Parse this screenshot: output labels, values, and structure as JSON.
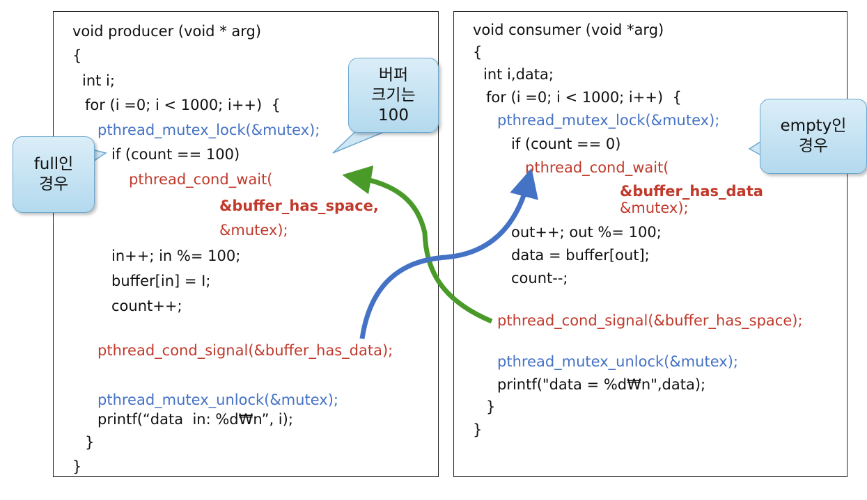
{
  "producer": {
    "lines": [
      {
        "text": "void producer (void * arg)",
        "color": "black"
      },
      {
        "text": "{",
        "color": "black"
      },
      {
        "text": "int i;",
        "color": "black"
      },
      {
        "text": "for (i =0; i < 1000; i++)  {",
        "color": "black"
      },
      {
        "text": "pthread_mutex_lock(&mutex);",
        "color": "blue"
      },
      {
        "text": "if (count == 100)",
        "color": "black"
      },
      {
        "text": "pthread_cond_wait(",
        "color": "red"
      },
      {
        "text": "&buffer_has_space,",
        "color": "red"
      },
      {
        "text": "&mutex);",
        "color": "red"
      },
      {
        "text": "in++; in %= 100;",
        "color": "black"
      },
      {
        "text": "buffer[in] = I;",
        "color": "black"
      },
      {
        "text": "count++;",
        "color": "black"
      },
      {
        "text": "pthread_cond_signal(&buffer_has_data);",
        "color": "red"
      },
      {
        "text": "pthread_mutex_unlock(&mutex);",
        "color": "blue"
      },
      {
        "text": "printf(“data  in: %d₩n”, i);",
        "color": "black"
      },
      {
        "text": "}",
        "color": "black"
      },
      {
        "text": "}",
        "color": "black"
      }
    ]
  },
  "consumer": {
    "lines": [
      {
        "text": "void consumer (void *arg)",
        "color": "black"
      },
      {
        "text": "{",
        "color": "black"
      },
      {
        "text": "int i,data;",
        "color": "black"
      },
      {
        "text": "for (i =0; i < 1000; i++)  {",
        "color": "black"
      },
      {
        "text": "pthread_mutex_lock(&mutex);",
        "color": "blue"
      },
      {
        "text": "if (count == 0)",
        "color": "black"
      },
      {
        "text": "pthread_cond_wait(",
        "color": "red"
      },
      {
        "text": "&buffer_has_data",
        "color": "red"
      },
      {
        "text": "&mutex);",
        "color": "red"
      },
      {
        "text": "out++; out %= 100;",
        "color": "black"
      },
      {
        "text": "data = buffer[out];",
        "color": "black"
      },
      {
        "text": "count--;",
        "color": "black"
      },
      {
        "text": "pthread_cond_signal(&buffer_has_space);",
        "color": "red"
      },
      {
        "text": "pthread_mutex_unlock(&mutex);",
        "color": "blue"
      },
      {
        "text": "printf(\"data = %d₩n\",data);",
        "color": "black"
      },
      {
        "text": "}",
        "color": "black"
      },
      {
        "text": "}",
        "color": "black"
      }
    ]
  },
  "callouts": {
    "full": [
      "full인",
      "경우"
    ],
    "buffer_size": [
      "버퍼",
      "크기는",
      "100"
    ],
    "empty": [
      "empty인",
      "경우"
    ]
  },
  "colors": {
    "blue_code": "#4472c4",
    "red_code": "#c0392b",
    "green_arrow": "#4a9a2a",
    "blue_arrow": "#4472c4",
    "callout_border": "#6aa7cf"
  }
}
